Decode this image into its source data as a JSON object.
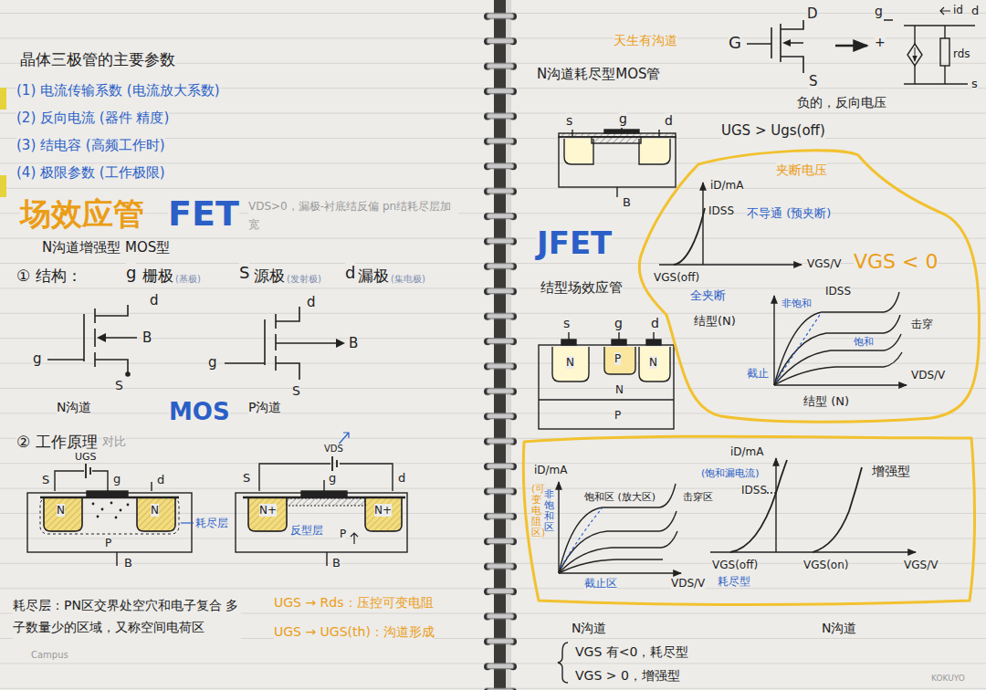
{
  "diagram": {
    "nodes": [
      {
        "text": [
          "夹断电压",
          "iD/mA",
          "IDSS",
          "不导通 (预夹断)",
          "VGS(off)",
          "VGS/V",
          "全夹断",
          "结型(N)",
          "VGS < 0",
          "IDSS",
          "非饱和",
          "饱和",
          "截止",
          "击穿",
          "VDS/V",
          "结型 (N)"
        ]
      },
      {
        "text": [
          "iD/mA",
          "(可变电阻区)",
          "非饱和区",
          "饱和区 (放大区)",
          "击穿区",
          "截止区",
          "VDS/V",
          "iD/mA",
          "(饱和漏电流)",
          "IDSS",
          "增强型",
          "VGS(off)",
          "耗尽型",
          "VGS(on)",
          "VGS/V"
        ]
      }
    ],
    "labels": [
      "晶体三极管的主要参数",
      "(1) 电流传输系数 (电流放大系数)",
      "(2) 反向电流 (器件 精度)",
      "(3) 结电容 (高频工作时)",
      "(4) 极限参数 (工作极限)",
      "场效应管",
      "FET",
      "VDS>0，漏极-衬底结反偏 pn结耗尽层加宽",
      "N沟道增强型 MOS型",
      "① 结构：",
      "g",
      "栅极",
      "(基极)",
      "S",
      "源极",
      "(发射极)",
      "d",
      "漏极",
      "(集电极)",
      "d",
      "B",
      "g",
      "S",
      "N沟道",
      "d",
      "B",
      "g",
      "S",
      "P沟道",
      "MOS",
      "② 工作原理",
      "对比",
      "UGS",
      "S",
      "g",
      "d",
      "N",
      "N",
      "P",
      "耗尽层",
      "B",
      "VDS",
      "S",
      "g",
      "d",
      "N+",
      "N+",
      "反型层",
      "P",
      "B",
      "耗尽层：PN区交界处空穴和电子复合 多子数量少的区域，又称空间电荷区",
      "UGS → Rds：压控可变电阻",
      "UGS → UGS(th)：沟道形成",
      "Campus",
      "天生有沟道",
      "N沟道耗尽型MOS管",
      "s",
      "g",
      "d",
      "B",
      "G",
      "D",
      "S",
      "g",
      "+",
      "id",
      "d",
      "rds",
      "s",
      "负的，反向电压",
      "UGS > Ugs(off)",
      "JFET",
      "结型场效应管",
      "s",
      "g",
      "d",
      "N",
      "P",
      "N",
      "N",
      "P",
      "N沟道",
      "N沟道",
      "VGS 有<0，耗尽型",
      "VGS > 0，增强型",
      "KOKUYO"
    ]
  }
}
